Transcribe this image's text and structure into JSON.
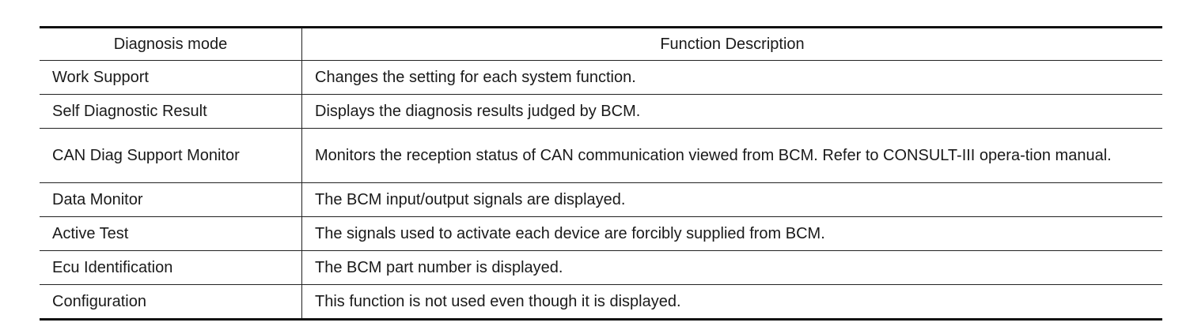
{
  "table": {
    "headers": {
      "mode": "Diagnosis mode",
      "description": "Function Description"
    },
    "rows": [
      {
        "mode": "Work Support",
        "description": "Changes the setting for each system function."
      },
      {
        "mode": "Self Diagnostic Result",
        "description": "Displays the diagnosis results judged by BCM."
      },
      {
        "mode": "CAN Diag Support Monitor",
        "description": "Monitors the reception status of CAN communication viewed from BCM. Refer to CONSULT-III opera-tion manual."
      },
      {
        "mode": "Data Monitor",
        "description": "The BCM input/output signals are displayed."
      },
      {
        "mode": "Active Test",
        "description": "The signals used to activate each device are forcibly supplied from BCM."
      },
      {
        "mode": "Ecu Identification",
        "description": "The BCM part number is displayed."
      },
      {
        "mode": "Configuration",
        "description": "This function is not used even though it is displayed."
      }
    ]
  }
}
